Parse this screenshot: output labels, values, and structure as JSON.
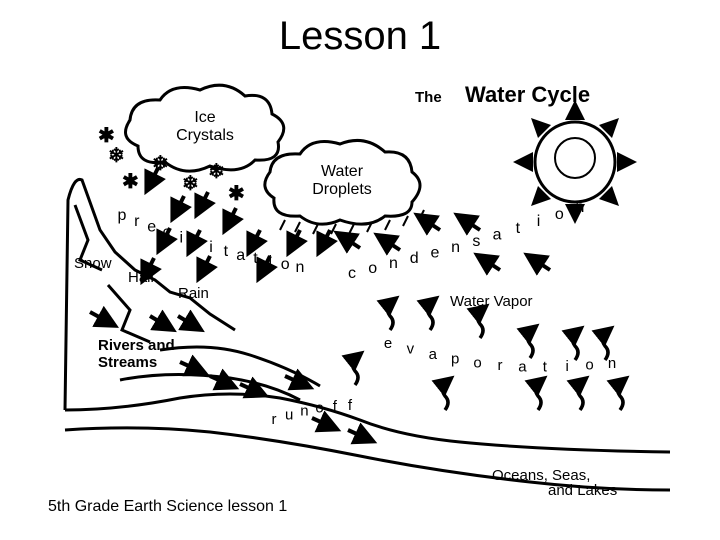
{
  "slide": {
    "title": "Lesson 1",
    "footer": "5th Grade Earth Science lesson 1"
  },
  "diagram": {
    "heading_small": "The",
    "heading_large": "Water Cycle",
    "cloud_ice": {
      "line1": "Ice",
      "line2": "Crystals"
    },
    "cloud_water": {
      "line1": "Water",
      "line2": "Droplets"
    },
    "precipitation_letters": [
      "p",
      "r",
      "e",
      "c",
      "i",
      "p",
      "i",
      "t",
      "a",
      "t",
      "i",
      "o",
      "n"
    ],
    "condensation_letters": [
      "c",
      "o",
      "n",
      "d",
      "e",
      "n",
      "s",
      "a",
      "t",
      "i",
      "o",
      "n"
    ],
    "evaporation_letters": [
      "e",
      "v",
      "a",
      "p",
      "o",
      "r",
      "a",
      "t",
      "i",
      "o",
      "n"
    ],
    "runoff_letters": [
      "r",
      "u",
      "n",
      "o",
      "f",
      "f"
    ],
    "snow": "Snow",
    "hail": "Hail",
    "rain": "Rain",
    "water_vapor": "Water Vapor",
    "rivers": {
      "line1": "Rivers and",
      "line2": "Streams"
    },
    "oceans": {
      "line1": "Oceans, Seas,",
      "line2": "and Lakes"
    }
  }
}
